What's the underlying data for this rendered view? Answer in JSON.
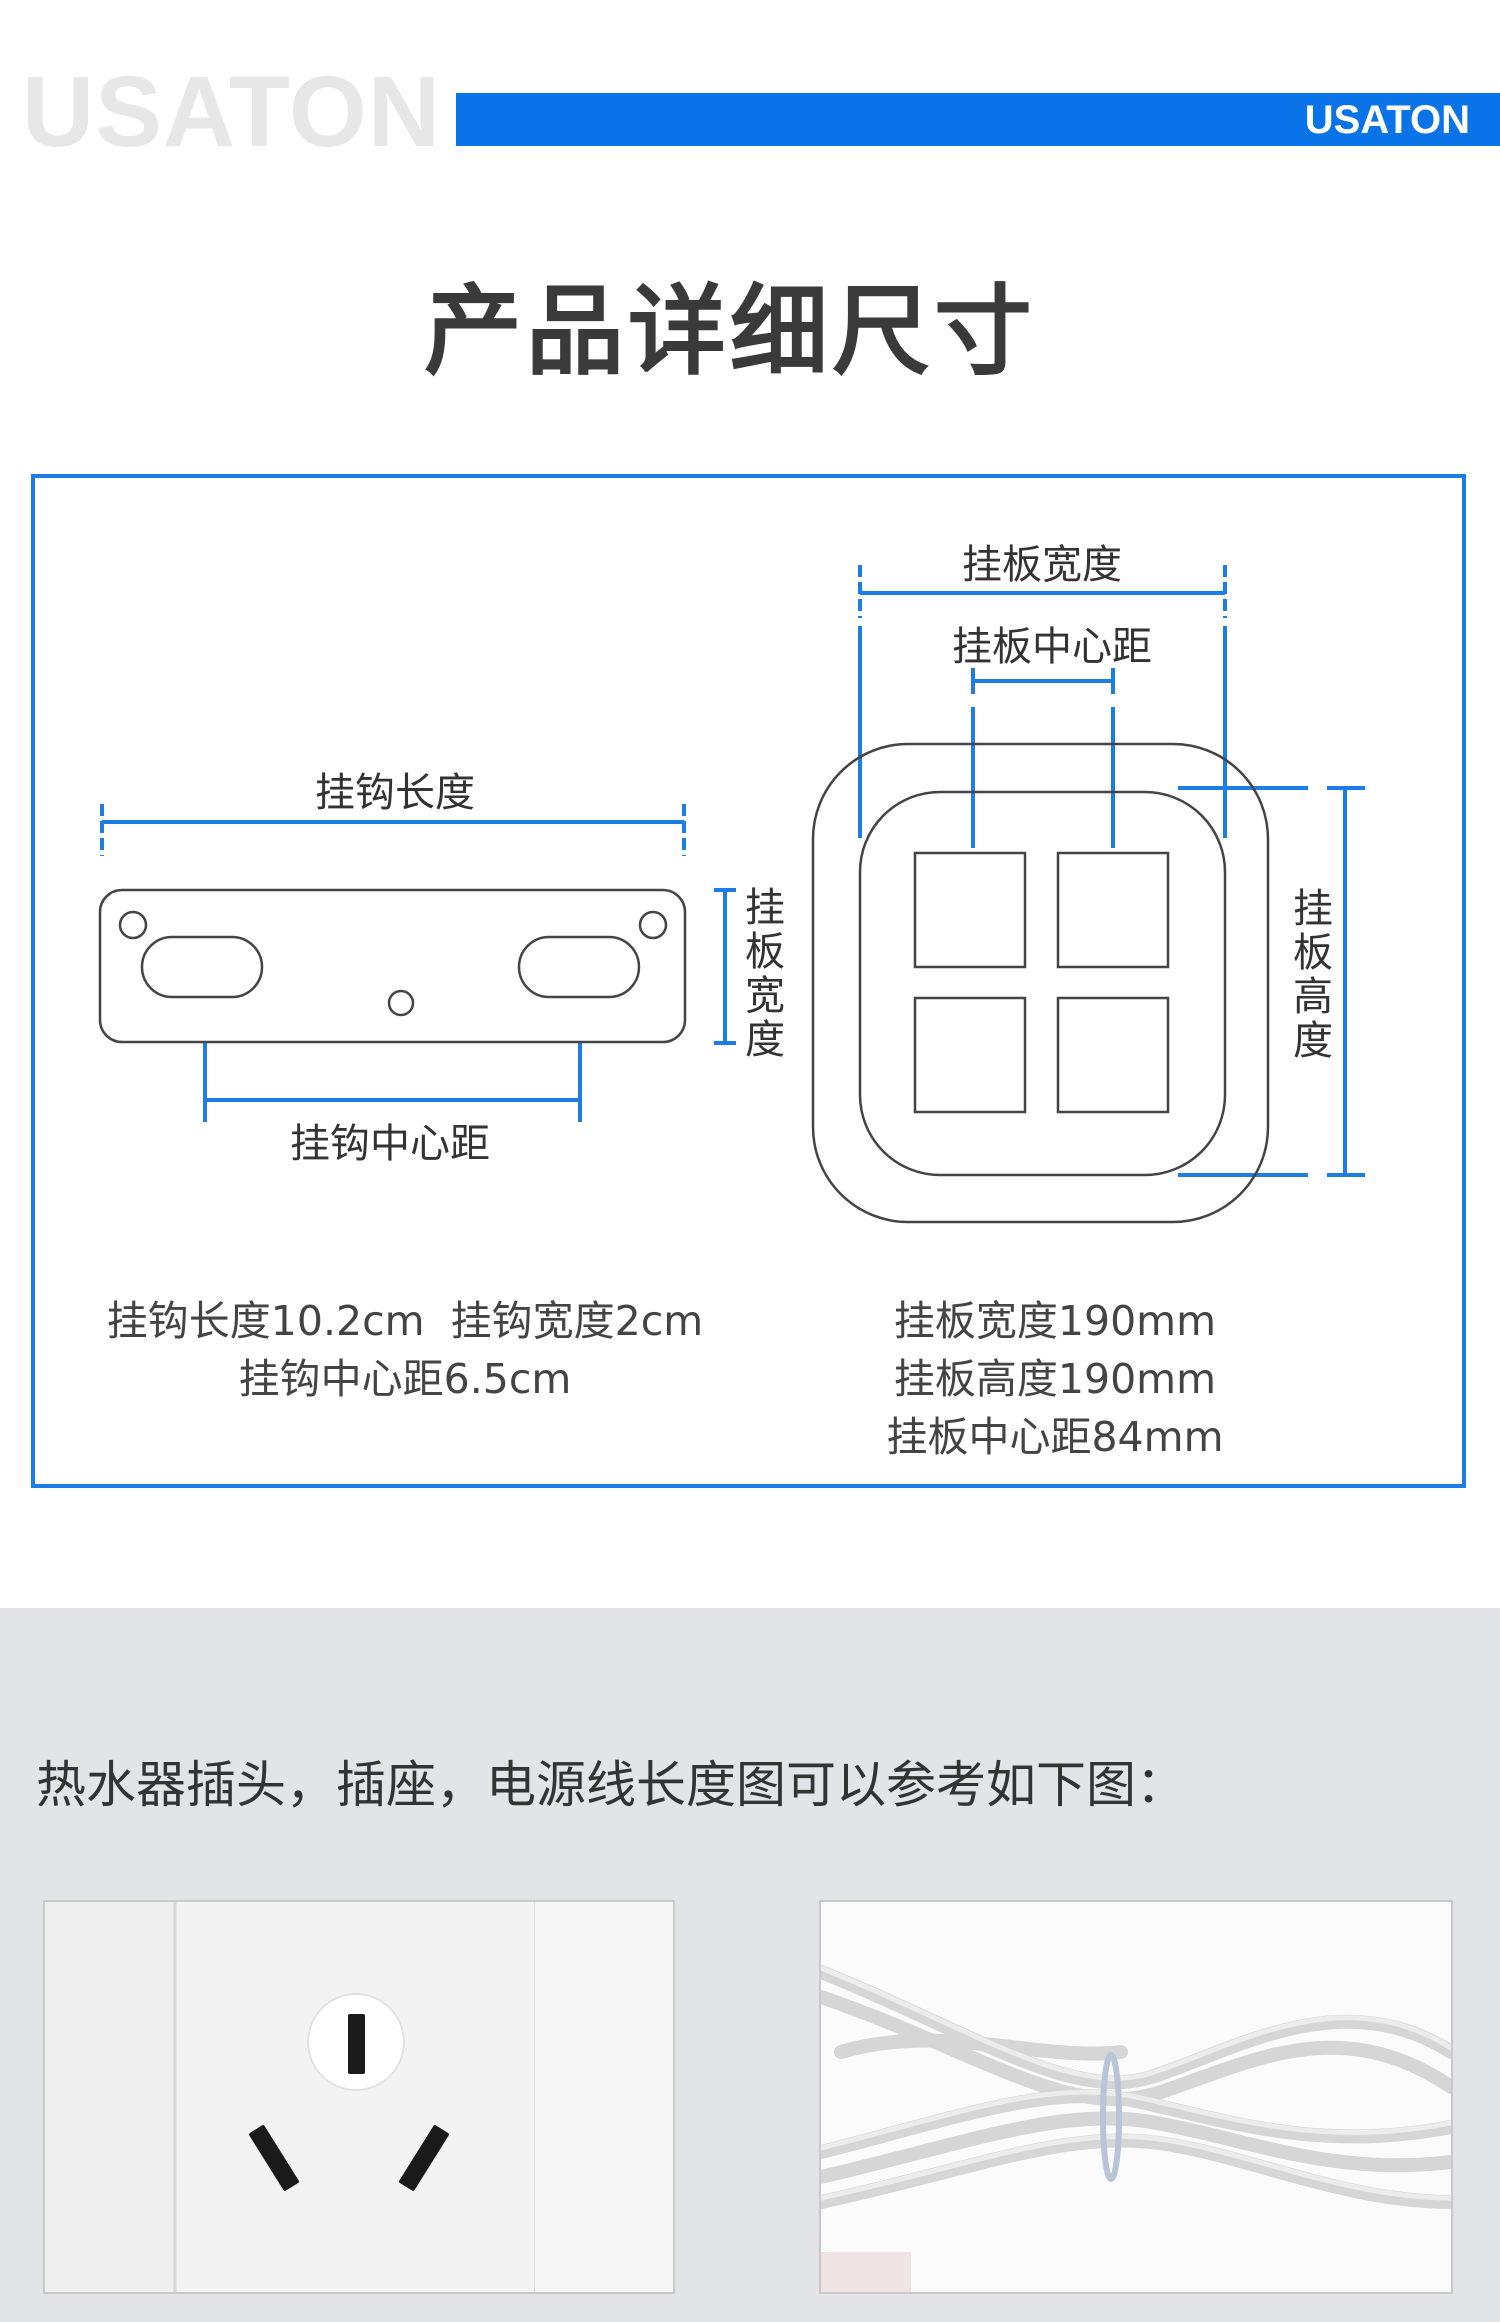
{
  "brand": {
    "name_left": "USATON",
    "name_right": "USATON",
    "accent": "#0b73e8"
  },
  "title": "产品详细尺寸",
  "hook": {
    "label_length": "挂钩长度",
    "label_width_chars": [
      "挂",
      "板",
      "宽",
      "度"
    ],
    "label_center": "挂钩中心距",
    "spec_line1": "挂钩长度10.2cm  挂钩宽度2cm",
    "spec_line2": "挂钩中心距6.5cm"
  },
  "panel": {
    "label_width": "挂板宽度",
    "label_center": "挂板中心距",
    "label_height_chars": [
      "挂",
      "板",
      "高",
      "度"
    ],
    "spec_width": "挂板宽度190mm",
    "spec_height": "挂板高度190mm",
    "spec_center": "挂板中心距84mm"
  },
  "note": "热水器插头，插座，电源线长度图可以参考如下图："
}
